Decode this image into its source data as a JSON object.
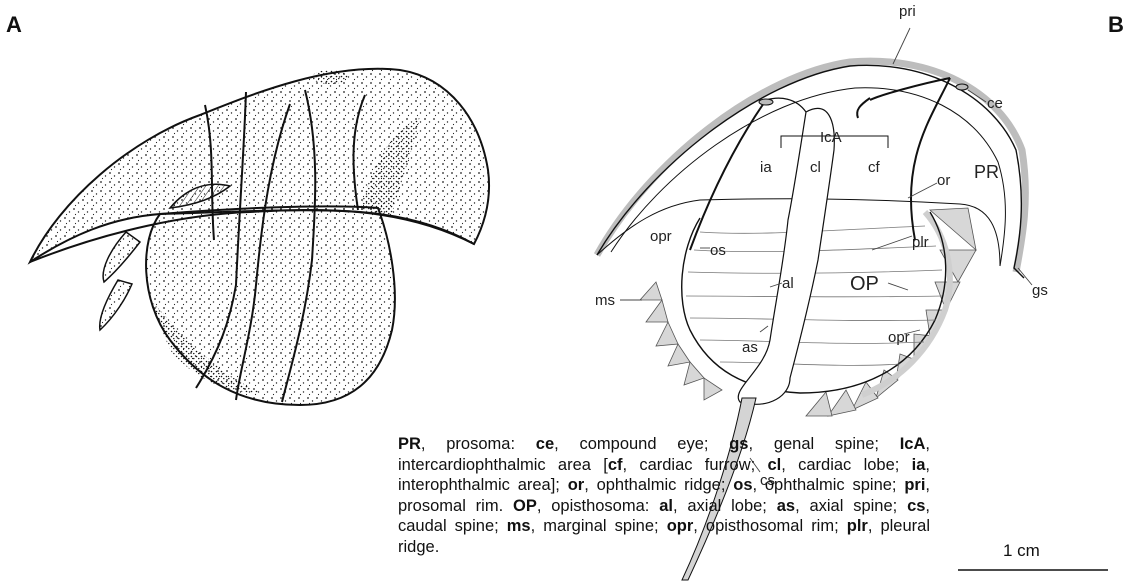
{
  "panels": {
    "a": "A",
    "b": "B"
  },
  "labels": {
    "pri": "pri",
    "ce": "ce",
    "lcA": "IcA",
    "ia": "ia",
    "cl": "cl",
    "cf": "cf",
    "PR": "PR",
    "or": "or",
    "opr_left": "opr",
    "os": "os",
    "plr": "plr",
    "al": "al",
    "OP": "OP",
    "gs": "gs",
    "ms": "ms",
    "opr_right": "opr",
    "as": "as",
    "cs": "cs"
  },
  "scale_bar": {
    "label": "1 cm"
  },
  "legend": [
    {
      "term": "PR",
      "def": ", prosoma: "
    },
    {
      "term": "ce",
      "def": ", compound eye; "
    },
    {
      "term": "gs",
      "def": ", genal spine; "
    },
    {
      "term": "IcA",
      "def": ", intercardiophthalmic area ["
    },
    {
      "term": "cf",
      "def": ", cardiac furrow; "
    },
    {
      "term": "cl",
      "def": ", cardiac lobe; "
    },
    {
      "term": "ia",
      "def": ", interophthalmic area]; "
    },
    {
      "term": "or",
      "def": ", ophthalmic ridge; "
    },
    {
      "term": "os",
      "def": ", ophthalmic spine; "
    },
    {
      "term": "pri",
      "def": ", prosomal rim. "
    },
    {
      "term": "OP",
      "def": ", opisthosoma: "
    },
    {
      "term": "al",
      "def": ", axial lobe; "
    },
    {
      "term": "as",
      "def": ", axial spine; "
    },
    {
      "term": "cs",
      "def": ", caudal spine; "
    },
    {
      "term": "ms",
      "def": ", marginal spine; "
    },
    {
      "term": "opr",
      "def": ", opisthosomal rim; "
    },
    {
      "term": "plr",
      "def": ", pleural ridge."
    }
  ]
}
